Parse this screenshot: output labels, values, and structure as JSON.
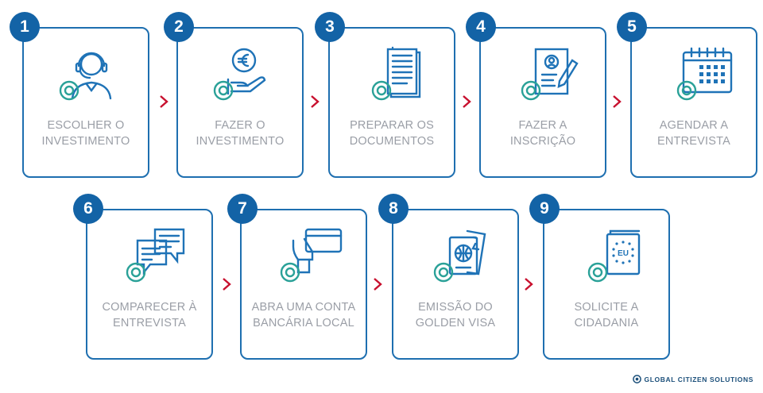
{
  "steps": [
    {
      "number": "1",
      "line1": "ESCOLHER O",
      "line2": "INVESTIMENTO",
      "icon": "support-agent-icon"
    },
    {
      "number": "2",
      "line1": "FAZER O",
      "line2": "INVESTIMENTO",
      "icon": "euro-coin-hand-icon"
    },
    {
      "number": "3",
      "line1": "PREPARAR OS",
      "line2": "DOCUMENTOS",
      "icon": "documents-icon"
    },
    {
      "number": "4",
      "line1": "FAZER A",
      "line2": "INSCRIÇÃO",
      "icon": "application-form-icon"
    },
    {
      "number": "5",
      "line1": "AGENDAR A",
      "line2": "ENTREVISTA",
      "icon": "calendar-icon"
    },
    {
      "number": "6",
      "line1": "COMPARECER À",
      "line2": "ENTREVISTA",
      "icon": "chat-bubbles-icon"
    },
    {
      "number": "7",
      "line1": "ABRA UMA CONTA",
      "line2": "BANCÁRIA LOCAL",
      "icon": "card-hand-icon"
    },
    {
      "number": "8",
      "line1": "EMISSÃO DO",
      "line2": "GOLDEN VISA",
      "icon": "passport-ticket-icon"
    },
    {
      "number": "9",
      "line1": "SOLICITE A",
      "line2": "CIDADANIA",
      "icon": "eu-passport-icon"
    }
  ],
  "passport_badge": "EU",
  "footer": {
    "brand": "GLOBAL CITIZEN SOLUTIONS"
  },
  "colors": {
    "primary": "#1363a6",
    "border": "#1e6fb0",
    "icon": "#1f73b7",
    "badge": "#2aa198",
    "arrow": "#c8102e",
    "label": "#9a9ea6"
  }
}
